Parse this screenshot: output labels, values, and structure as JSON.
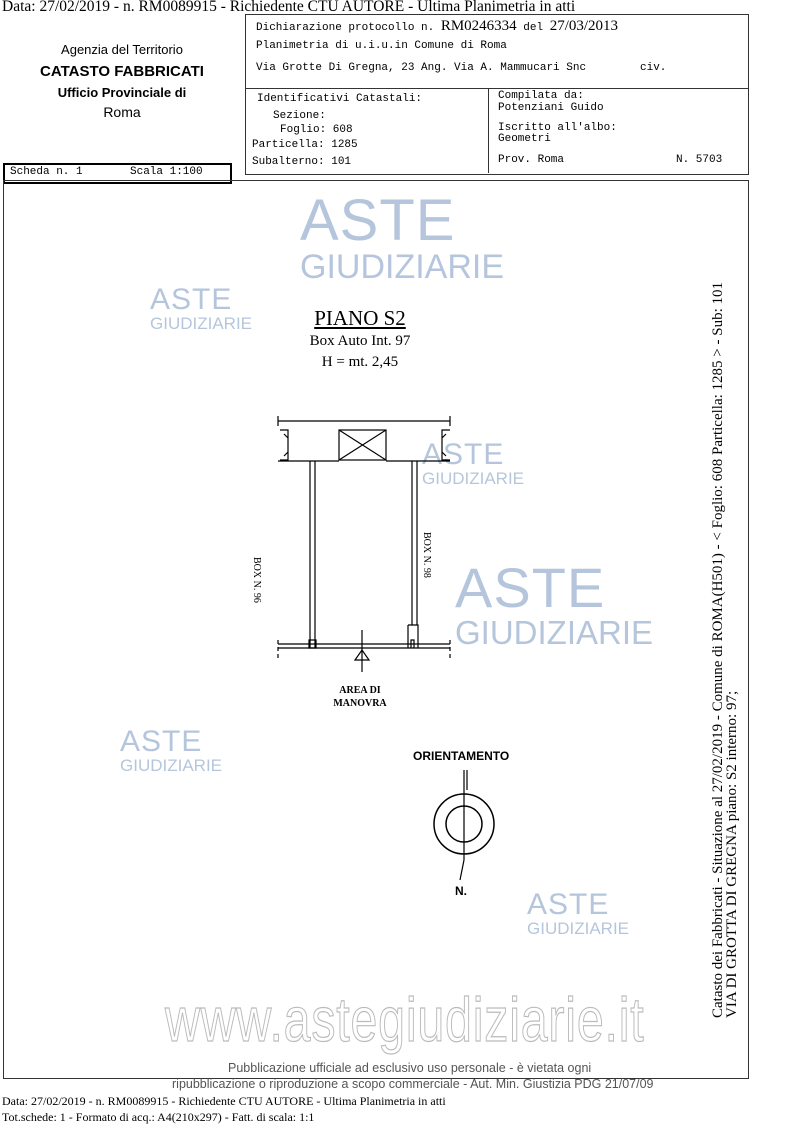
{
  "top_line": "Data: 27/02/2019 -  n. RM0089915 - Richiedente CTU AUTORE - Ultima Planimetria in atti",
  "agency": {
    "line1": "Agenzia del Territorio",
    "line2": "CATASTO FABBRICATI",
    "line3": "Ufficio Provinciale di",
    "line4": "Roma"
  },
  "header": {
    "protocol_label": "Dichiarazione protocollo n.",
    "protocol_number": "RM0246334",
    "del_label": "del",
    "protocol_date": "27/03/2013",
    "planimetria": "Planimetria di u.i.u.in Comune di Roma",
    "address": "Via Grotte Di Gregna, 23 Ang. Via A. Mammucari Snc",
    "civ_label": "civ.",
    "identificativi_label": "Identificativi Catastali:",
    "sezione": "Sezione:",
    "foglio": "Foglio: 608",
    "particella": "Particella: 1285",
    "subalterno": "Subalterno: 101",
    "compilata_label": "Compilata da:",
    "compilata_name": "Potenziani Guido",
    "albo_label": "Iscritto all'albo:",
    "albo_value": "Geometri",
    "prov": "Prov. Roma",
    "number": "N.  5703"
  },
  "scheda": {
    "scheda": "Scheda n. 1",
    "scala": "Scala 1:100"
  },
  "plan": {
    "title": "PIANO S2",
    "subtitle": "Box Auto Int. 97",
    "height": "H = mt. 2,45",
    "box_left": "BOX N. 96",
    "box_right": "BOX N. 98",
    "area1": "AREA DI",
    "area2": "MANOVRA",
    "orientation": "ORIENTAMENTO",
    "north": "N."
  },
  "side_text": {
    "line1": "Catasto dei Fabbricati - Situazione al 27/02/2019 - Comune di ROMA(H501) - < Foglio: 608 Particella: 1285 > - Sub: 101",
    "line2": "VIA DI GROTTA DI GREGNA piano: S2 interno: 97;"
  },
  "watermark": {
    "aste": "ASTE",
    "giudiziarie": "GIUDIZIARIE",
    "url": "www.astegiudiziarie.it"
  },
  "footer": {
    "notice1": "Pubblicazione ufficiale ad esclusivo uso personale - è vietata ogni",
    "notice2": "ripubblicazione o riproduzione a scopo commerciale - Aut. Min. Giustizia PDG 21/07/09",
    "line1": "Data: 27/02/2019 -  n. RM0089915 - Richiedente CTU AUTORE - Ultima Planimetria in atti",
    "line2": "Tot.schede: 1 - Formato di acq.: A4(210x297) - Fatt. di scala: 1:1"
  }
}
